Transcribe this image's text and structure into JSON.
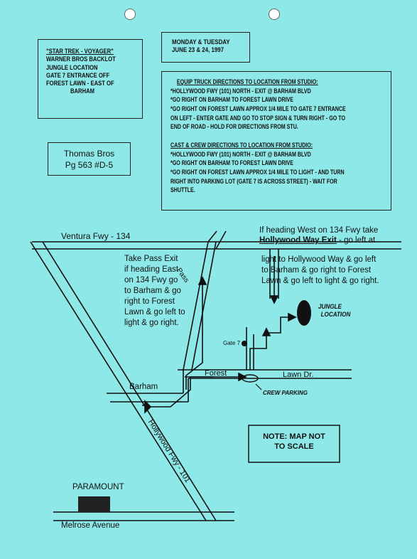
{
  "production_box": {
    "lines": [
      "\"STAR TREK - VOYAGER\"",
      "WARNER BROS BACKLOT",
      "JUNGLE LOCATION",
      "GATE 7 ENTRANCE OFF",
      "FOREST LAWN - EAST OF",
      "BARHAM"
    ]
  },
  "date_box": {
    "line1": "MONDAY & TUESDAY",
    "line2": "JUNE 23 & 24, 1997"
  },
  "thomas_box": {
    "line1": "Thomas Bros",
    "line2": "Pg 563 #D-5"
  },
  "directions": {
    "equip_heading": "EQUIP TRUCK DIRECTIONS TO LOCATION FROM STUDIO:",
    "equip_lines": [
      "*HOLLYWOOD FWY (101) NORTH - EXIT @ BARHAM BLVD",
      "*GO RIGHT ON BARHAM TO FOREST LAWN DRIVE",
      "*GO RIGHT ON FOREST LAWN APPROX 1/4 MILE TO GATE 7 ENTRANCE",
      "ON LEFT - ENTER GATE AND GO TO STOP SIGN & TURN RIGHT - GO TO",
      "END OF ROAD - HOLD FOR DIRECTIONS FROM STU."
    ],
    "cast_heading": "CAST & CREW DIRECTIONS TO LOCATION FROM STUDIO:",
    "cast_lines": [
      "*HOLLYWOOD FWY (101) NORTH - EXIT @ BARHAM BLVD",
      "*GO RIGHT ON BARHAM TO FOREST LAWN DRIVE",
      "*GO RIGHT ON FOREST LAWN APPROX 1/4 MILE TO LIGHT - AND TURN",
      "RIGHT INTO PARKING LOT (GATE 7 IS ACROSS STREET) - WAIT FOR",
      "SHUTTLE."
    ]
  },
  "map": {
    "ventura": "Ventura Fwy - 134",
    "west_note_1": "If heading West on 134 Fwy take",
    "west_note_2": "Hollywood Way Exit",
    "west_note_3": " - go left at",
    "west_note_lines": [
      "light to Hollywood Way & go left",
      "to Barham & go right to Forest",
      "Lawn & go left to light & go right."
    ],
    "east_note_lines": [
      "Take Pass Exit",
      "if heading East",
      "on 134 Fwy go",
      "to Barham & go",
      "right to Forest",
      "Lawn & go left to",
      "light & go right."
    ],
    "pass": "Pass",
    "jungle_1": "JUNGLE",
    "jungle_2": "LOCATION",
    "gate7": "Gate 7",
    "forest": "Forest",
    "lawn_dr": "Lawn Dr.",
    "barham": "Barham",
    "crew_parking": "CREW PARKING",
    "hollywood_fwy": "Hollywood Fwy - 101",
    "note_1": "NOTE:  MAP NOT",
    "note_2": "TO SCALE",
    "paramount": "PARAMOUNT",
    "melrose": "Melrose Avenue"
  }
}
